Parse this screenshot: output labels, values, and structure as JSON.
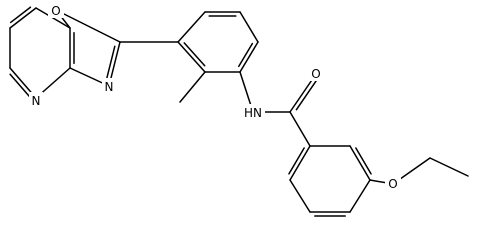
{
  "molecule": {
    "atom_labels": [
      {
        "id": "atom-O-oxazole",
        "text": "O"
      },
      {
        "id": "atom-N-oxazole",
        "text": "N"
      },
      {
        "id": "atom-N-pyridine",
        "text": "N"
      },
      {
        "id": "atom-NH-amide",
        "text": "HN"
      },
      {
        "id": "atom-O-carbonyl",
        "text": "O"
      },
      {
        "id": "atom-O-ether",
        "text": "O"
      }
    ],
    "colors": {
      "bond": "#000000",
      "text": "#000000",
      "background": "#ffffff"
    }
  }
}
